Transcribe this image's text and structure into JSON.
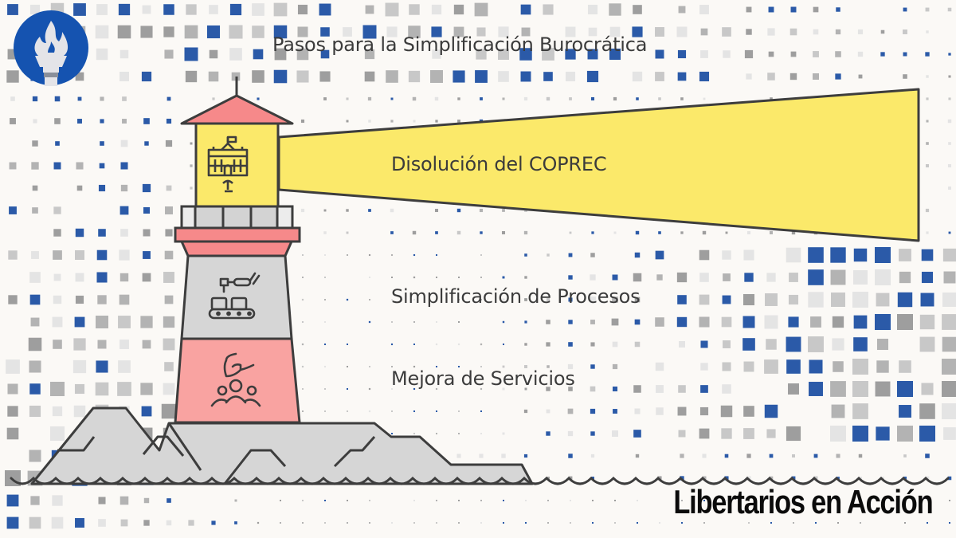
{
  "title": "Pasos para la Simplificación Burocrática",
  "steps": [
    {
      "label": "Disolución del COPREC",
      "icon": "government-building-icon",
      "section": "lantern-room",
      "color": "#fbe96a"
    },
    {
      "label": "Simplificación de Procesos",
      "icon": "robot-arm-conveyor-icon",
      "section": "tower-upper",
      "color": "#d6d6d6"
    },
    {
      "label": "Mejora de Servicios",
      "icon": "hand-over-people-icon",
      "section": "tower-lower",
      "color": "#f9a3a1"
    }
  ],
  "brand": {
    "logo_icon": "torch-flame-icon",
    "logo_color": "#1553b0",
    "name": "Libertarios en Acción"
  },
  "colors": {
    "background": "#fbf9f6",
    "outline": "#3d3d3d",
    "roof": "#f6898a",
    "beam": "#fbe96a",
    "rock": "#d6d6d6",
    "dot_blue": "#2b5aa8",
    "dot_grays": [
      "#e4e4e4",
      "#c8c8c8",
      "#b3b3b3",
      "#9e9e9e"
    ]
  }
}
